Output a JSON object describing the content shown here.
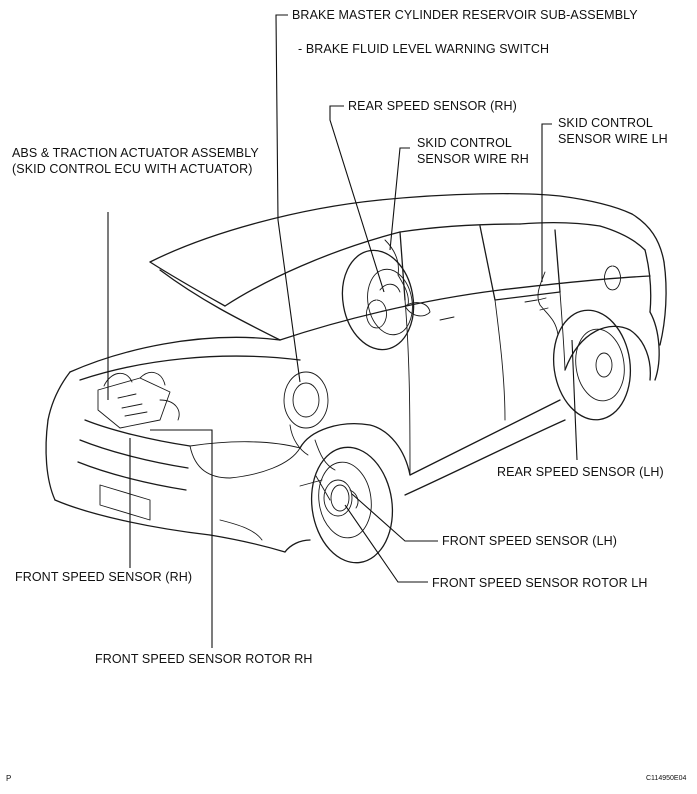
{
  "labels": {
    "master_cylinder": "BRAKE MASTER CYLINDER RESERVOIR SUB-ASSEMBLY",
    "fluid_switch": "- BRAKE FLUID LEVEL WARNING SWITCH",
    "rear_sensor_rh": "REAR SPEED SENSOR (RH)",
    "skid_wire_rh_1": "SKID CONTROL",
    "skid_wire_rh_2": "SENSOR WIRE RH",
    "skid_wire_lh_1": "SKID CONTROL",
    "skid_wire_lh_2": "SENSOR WIRE LH",
    "abs_actuator_1": "ABS & TRACTION ACTUATOR ASSEMBLY",
    "abs_actuator_2": "(SKID CONTROL ECU WITH ACTUATOR)",
    "rear_sensor_lh": "REAR SPEED SENSOR (LH)",
    "front_sensor_lh": "FRONT SPEED SENSOR (LH)",
    "front_rotor_lh": "FRONT SPEED SENSOR ROTOR LH",
    "front_sensor_rh": "FRONT SPEED SENSOR (RH)",
    "front_rotor_rh": "FRONT SPEED SENSOR ROTOR RH"
  },
  "footer": {
    "left_mark": "P",
    "figure_code": "C114950E04"
  }
}
